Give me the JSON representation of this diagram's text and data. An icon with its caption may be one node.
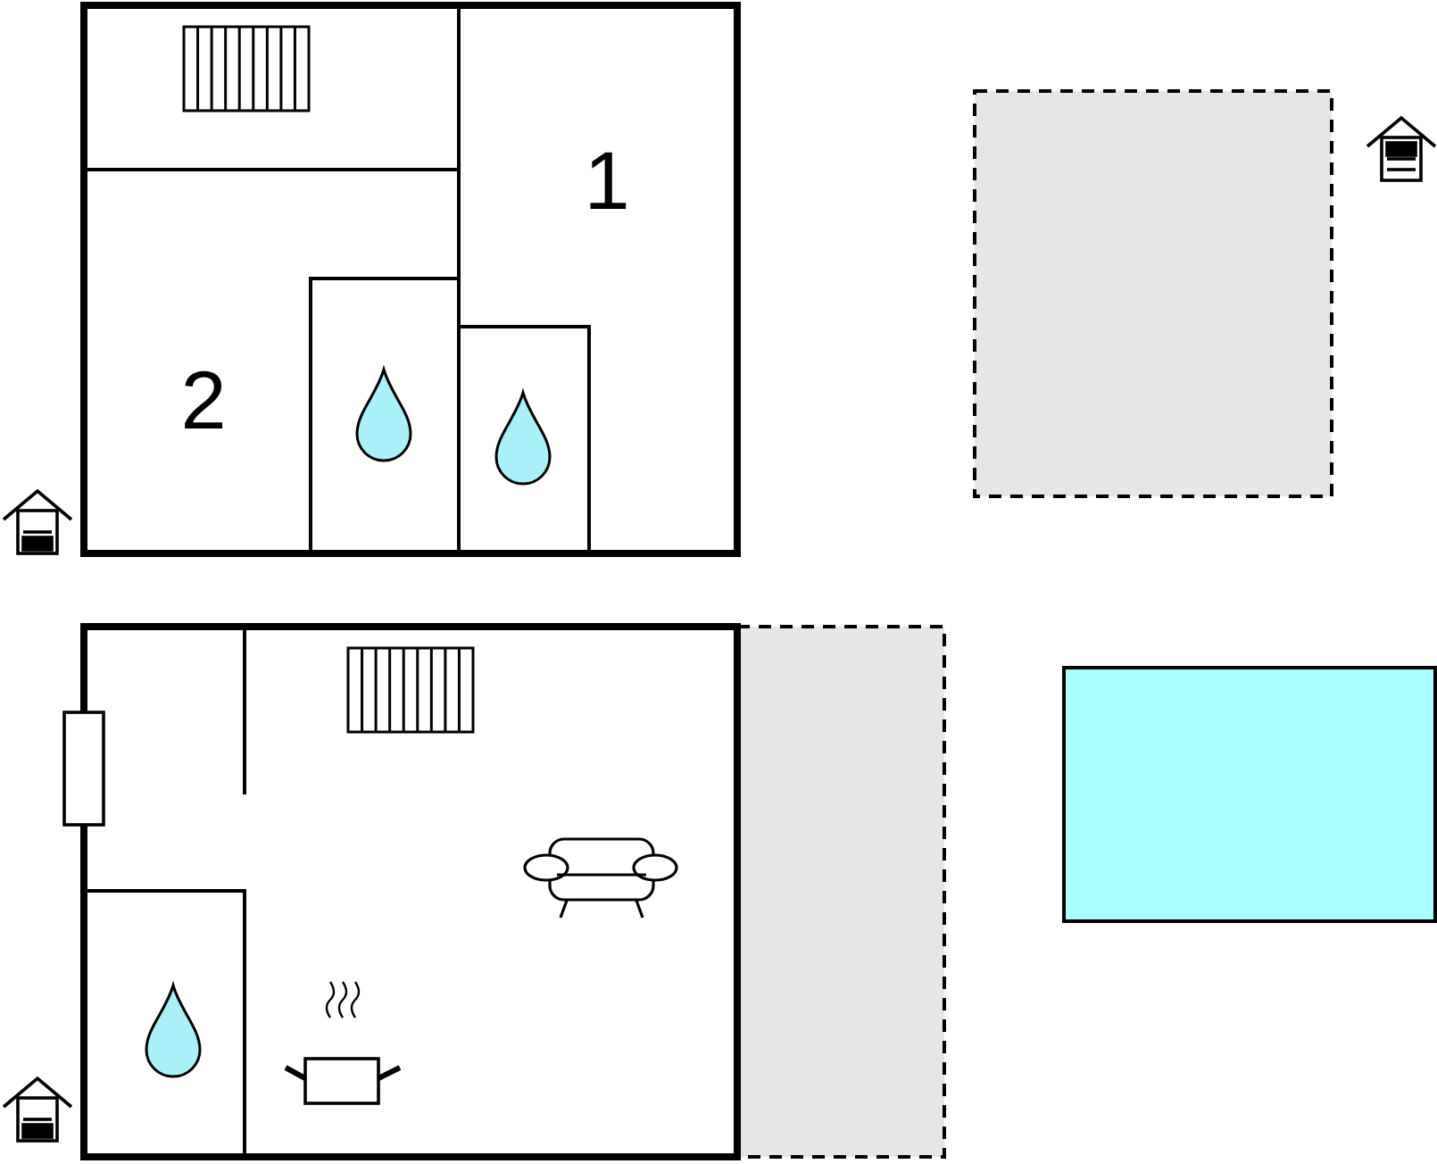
{
  "diagram": {
    "nodes": [
      {
        "text": [],
        "shape": "box"
      },
      {
        "text": [],
        "shape": "box"
      },
      {
        "text": [],
        "shape": "box"
      }
    ],
    "labels": [
      "1",
      "2"
    ]
  }
}
